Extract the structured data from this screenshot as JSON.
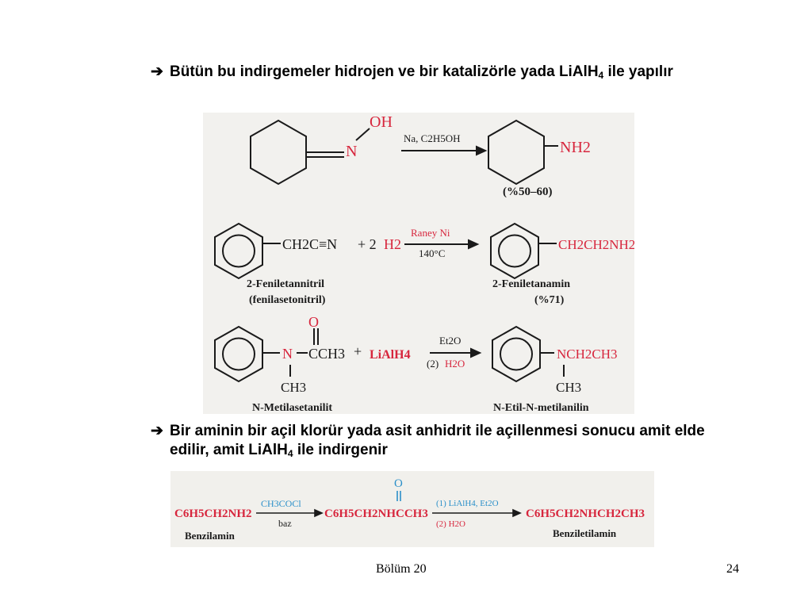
{
  "bullets": [
    {
      "text_main": "Bütün bu indirgemeler hidrojen ve bir katalizörle yada  LiAlH",
      "sub": "4",
      "text_tail": " ile yapılır"
    },
    {
      "text_main": "Bir aminin bir açil klorür yada asit anhidrit ile açillenmesi sonucu amit elde edilir, amit LiAlH",
      "sub": "4",
      "text_tail": " ile indirgenir"
    }
  ],
  "reactions": {
    "r1": {
      "reactant_oh": "OH",
      "reactant_n": "N",
      "reagent": "Na, C2H5OH",
      "product_group": "NH2",
      "yield": "(%50–60)"
    },
    "r2": {
      "reactant_group": "CH2C≡N",
      "plus": "+ 2",
      "h2": "H2",
      "reagent_top": "Raney Ni",
      "reagent_bottom": "140°C",
      "product_group": "CH2CH2NH2",
      "reactant_name1": "2-Feniletannitril",
      "reactant_name2": "(fenilasetonitril)",
      "product_name": "2-Feniletanamin",
      "yield": "(%71)"
    },
    "r3": {
      "carbonyl_o": "O",
      "n": "N",
      "cch3": "CCH3",
      "nch3": "CH3",
      "plus": "+",
      "lialh4": "LiAlH4",
      "reagent_top": "Et2O",
      "reagent_bottom_num": "(2)",
      "reagent_bottom": "H2O",
      "product_n": "NCH2CH3",
      "product_ch3": "CH3",
      "reactant_name": "N-Metilasetanilit",
      "product_name": "N-Etil-N-metilanilin"
    }
  },
  "acylation": {
    "reactant": "C6H5CH2NH2",
    "reagent_top": "CH3COCl",
    "reagent_bottom": "baz",
    "amide": "C6H5CH2NHCCH3",
    "amide_o": "O",
    "step1": "(1)  LiAlH4, Et2O",
    "step2": "(2)  H2O",
    "product": "C6H5CH2NHCH2CH3",
    "reactant_name": "Benzilamin",
    "product_name": "Benziletilamin"
  },
  "footer": {
    "chapter": "Bölüm 20",
    "page": "24"
  },
  "colors": {
    "red": "#d7263d",
    "blue": "#2a8fc9",
    "text": "#1a1a1a"
  }
}
